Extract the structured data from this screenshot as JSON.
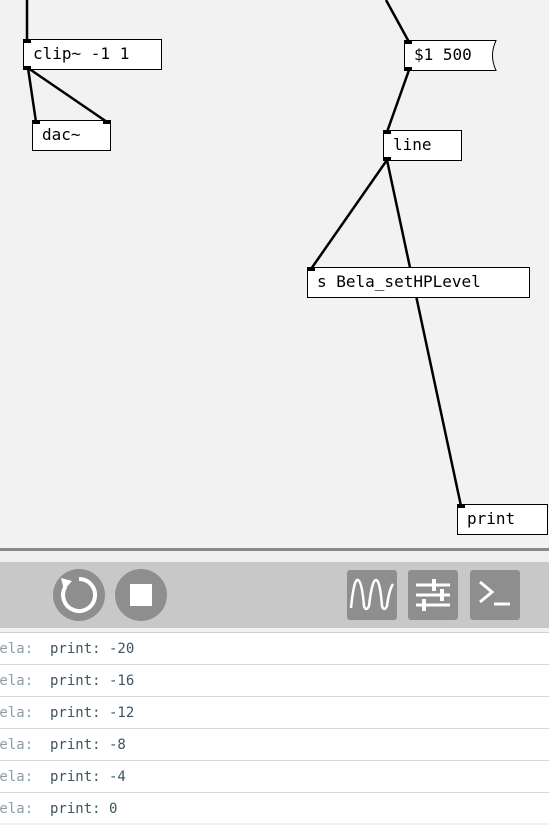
{
  "patch": {
    "objects": [
      {
        "id": "clip",
        "kind": "object",
        "text": "clip~ -1 1"
      },
      {
        "id": "dac",
        "kind": "object",
        "text": "dac~"
      },
      {
        "id": "msg",
        "kind": "message",
        "text": "$1 500"
      },
      {
        "id": "line",
        "kind": "object",
        "text": "line"
      },
      {
        "id": "send",
        "kind": "object",
        "text": "s Bela_setHPLevel"
      },
      {
        "id": "print",
        "kind": "object",
        "text": "print"
      }
    ]
  },
  "toolbar": {
    "buttons": [
      {
        "name": "refresh-button",
        "icon": "refresh-icon"
      },
      {
        "name": "stop-button",
        "icon": "stop-icon"
      },
      {
        "name": "scope-button",
        "icon": "waveform-icon"
      },
      {
        "name": "settings-button",
        "icon": "sliders-icon"
      },
      {
        "name": "console-button",
        "icon": "terminal-icon"
      }
    ]
  },
  "console": {
    "rows": [
      {
        "prefix": "bela:",
        "message": "print: -20"
      },
      {
        "prefix": "bela:",
        "message": "print: -16"
      },
      {
        "prefix": "bela:",
        "message": "print: -12"
      },
      {
        "prefix": "bela:",
        "message": "print: -8"
      },
      {
        "prefix": "bela:",
        "message": "print: -4"
      },
      {
        "prefix": "bela:",
        "message": "print: 0"
      }
    ]
  },
  "colors": {
    "canvas": "#f2f2f2",
    "toolbar": "#c8c8c8",
    "button": "#8e8e8e",
    "log_prefix": "#8aa0a8",
    "log_text": "#3b5560"
  }
}
